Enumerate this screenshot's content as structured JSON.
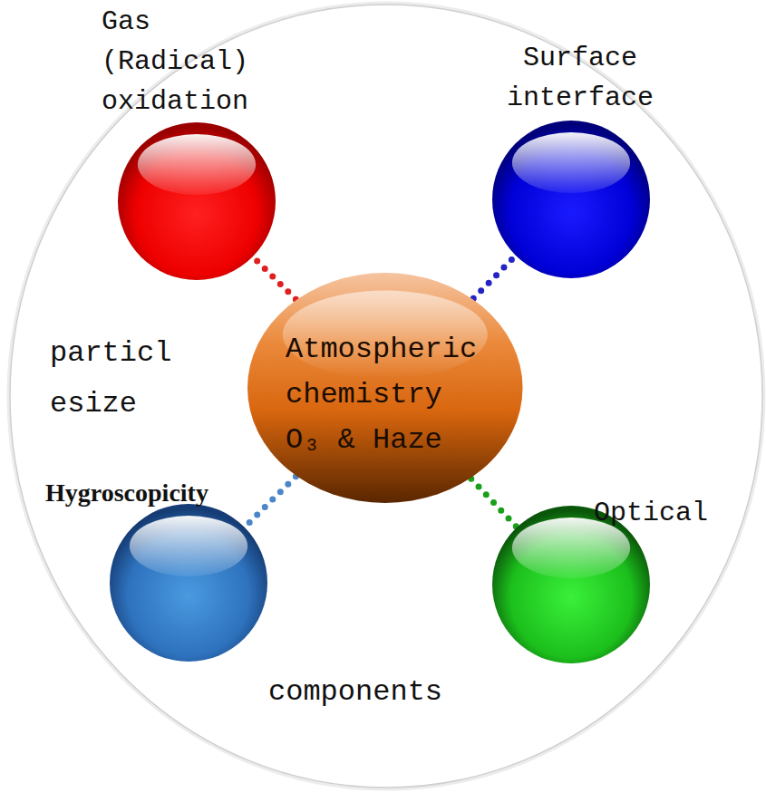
{
  "diagram": {
    "nodes": [
      {
        "text": [
          "particl esize",
          "components"
        ]
      },
      {
        "text": [
          "Gas (Radical) oxidation"
        ],
        "in": 0
      },
      {
        "text": [
          "Surface interface"
        ],
        "in": 0
      },
      {
        "text": [
          "Atmospheric chemistry O₃ & Haze"
        ],
        "in": 0
      },
      {
        "text": [
          "Hygroscopicity"
        ],
        "in": 0
      },
      {
        "text": [
          "Optical"
        ],
        "in": 0
      }
    ],
    "edges": [
      {
        "from": 3,
        "to": 1,
        "arrow": "none"
      },
      {
        "from": 3,
        "to": 2,
        "arrow": "none"
      },
      {
        "from": 3,
        "to": 4,
        "arrow": "none"
      },
      {
        "from": 3,
        "to": 5,
        "arrow": "none"
      }
    ]
  }
}
